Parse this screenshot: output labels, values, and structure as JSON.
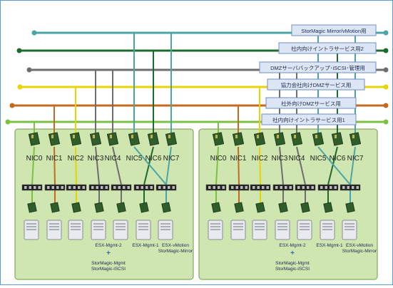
{
  "networks": [
    {
      "label": "StorMagic Mirror/vMotion用",
      "color": "#4aa6a6"
    },
    {
      "label": "社内向けイントラサービス用2",
      "color": "#1e6b2e"
    },
    {
      "label": "DMZサーババックアップ･iSCSI･管理用",
      "color": "#6e6e6e"
    },
    {
      "label": "協力会社向けDMZサービス用",
      "color": "#e8d400"
    },
    {
      "label": "社外向けDMZサービス用",
      "color": "#c26a1f"
    },
    {
      "label": "社内向けイントラサービス用1",
      "color": "#7cc242"
    }
  ],
  "hosts": [
    {
      "nics": [
        "NIC0",
        "NIC1",
        "NIC2",
        "NIC3",
        "NIC4",
        "NIC5",
        "NIC6",
        "NIC7"
      ],
      "labels": {
        "mgmt2": "ESX-Mgmt-2",
        "plus": "+",
        "mgmt2_sub1": "StorMagic-Mgmt",
        "mgmt2_sub2": "StorMagic-iSCSI",
        "mgmt1": "ESX-Mgmt-1",
        "vmotion1": "ESX-vMotion",
        "vmotion2": "StorMagic-Mirror"
      }
    },
    {
      "nics": [
        "NIC0",
        "NIC1",
        "NIC2",
        "NIC3",
        "NIC4",
        "NIC5",
        "NIC6",
        "NIC7"
      ],
      "labels": {
        "mgmt2": "ESX-Mgmt-2",
        "plus": "+",
        "mgmt2_sub1": "StorMagic-Mgmt",
        "mgmt2_sub2": "StorMagic-iSCSI",
        "mgmt1": "ESX-Mgmt-1",
        "vmotion1": "ESX-vMotion",
        "vmotion2": "StorMagic-Mirror"
      }
    }
  ],
  "colors": {
    "host_bg": "#cfe6b0",
    "host_border": "#6f9a47",
    "label_fill": "#dde6f4",
    "label_border": "#6f8fc4"
  }
}
